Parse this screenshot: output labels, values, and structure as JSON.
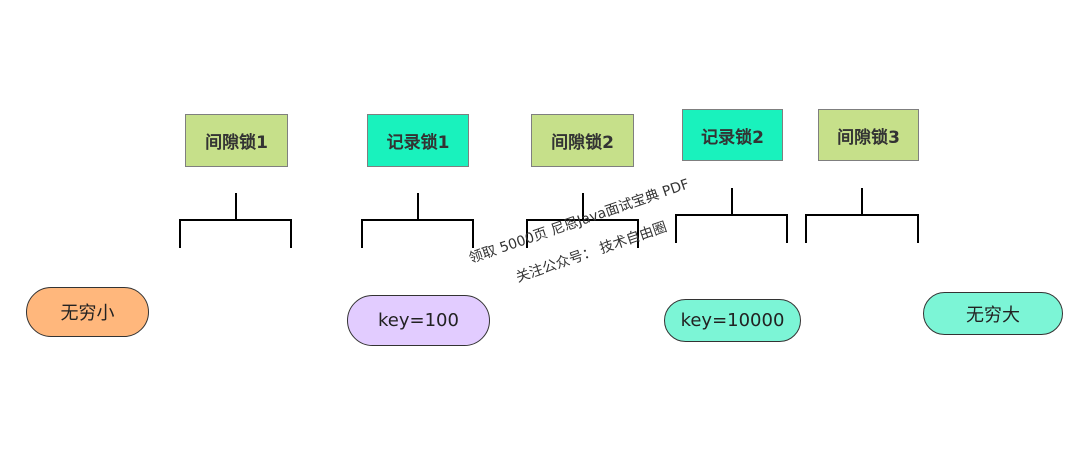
{
  "locks": [
    {
      "id": "gap1",
      "label": "间隙锁1",
      "kind": "gap"
    },
    {
      "id": "rec1",
      "label": "记录锁1",
      "kind": "record"
    },
    {
      "id": "gap2",
      "label": "间隙锁2",
      "kind": "gap"
    },
    {
      "id": "rec2",
      "label": "记录锁2",
      "kind": "record"
    },
    {
      "id": "gap3",
      "label": "间隙锁3",
      "kind": "gap"
    }
  ],
  "values": [
    {
      "id": "neg-inf",
      "label": "无穷小",
      "color": "#ffb77c"
    },
    {
      "id": "key100",
      "label": "key=100",
      "color": "#e2ccff"
    },
    {
      "id": "key10000",
      "label": "key=10000",
      "color": "#7cf5d6"
    },
    {
      "id": "pos-inf",
      "label": "无穷大",
      "color": "#7cf5d6"
    }
  ],
  "colors": {
    "gap_lock": "#c6e08a",
    "record_lock": "#19f2bd",
    "border": "#7f7f7f"
  },
  "watermark": {
    "line1": "领取 5000页 尼恩Java面试宝典 PDF",
    "line2": "关注公众号： 技术自由圈"
  }
}
